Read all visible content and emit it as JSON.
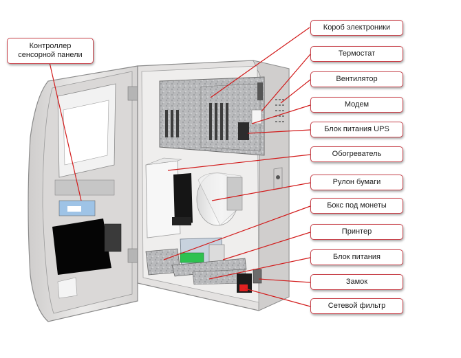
{
  "labels": {
    "touch_controller": [
      "Контроллер",
      "сенсорной панели"
    ],
    "electronics_box": "Короб электроники",
    "thermostat": "Термостат",
    "fan": "Вентилятор",
    "modem": "Модем",
    "ups_power": "Блок питания UPS",
    "heater": "Обогреватель",
    "paper_roll": "Рулон бумаги",
    "coin_box": "Бокс под монеты",
    "printer": "Принтер",
    "power_supply": "Блок питания",
    "lock": "Замок",
    "line_filter": "Сетевой фильтр"
  },
  "colors": {
    "callout_border": "#c8434b",
    "leader_line": "#d21a1a",
    "cabinet_body": "#e4e2e1",
    "cabinet_edge": "#8a8a8a"
  }
}
